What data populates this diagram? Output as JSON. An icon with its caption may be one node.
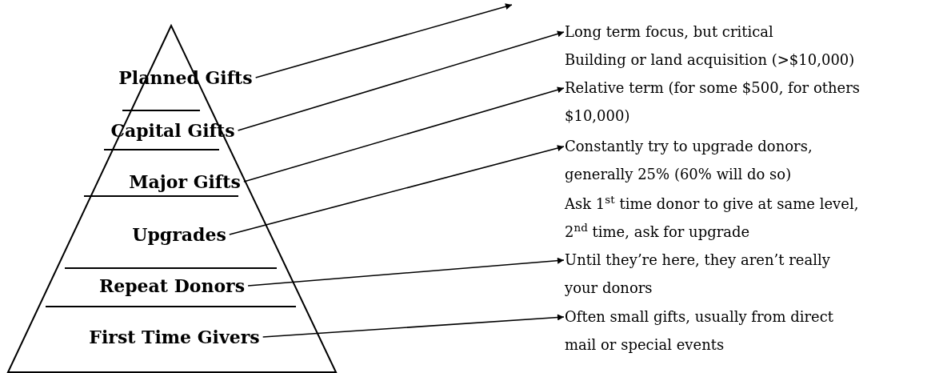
{
  "diagram": {
    "nodes": [
      {
        "text": [],
        "shape": "triangle"
      },
      {
        "text": [
          "Planned Gifts"
        ],
        "in": 0
      },
      {
        "text": [
          "Capital Gifts"
        ],
        "in": 0
      },
      {
        "text": [
          "Major Gifts"
        ],
        "in": 0
      },
      {
        "text": [
          "Upgrades"
        ],
        "in": 0
      },
      {
        "text": [
          "Repeat Donors"
        ],
        "in": 0
      },
      {
        "text": [
          "First Time Givers"
        ],
        "in": 0
      },
      {
        "text": [
          "Long term focus, but critical"
        ]
      },
      {
        "text": [
          "Relative term (for some $500, for others $10,000)"
        ]
      },
      {
        "text": [
          "Constantly try to upgrade donors, generally 25% (60% will do so)"
        ]
      },
      {
        "text": [
          "Until they’re here, they aren’t really your donors"
        ]
      },
      {
        "text": [
          "Often small gifts, usually from direct mail or special events"
        ]
      }
    ],
    "edges": [
      {
        "from": 1,
        "to": null,
        "arrow": "to"
      },
      {
        "from": 2,
        "to": 7,
        "arrow": "to"
      },
      {
        "from": 3,
        "to": 8,
        "arrow": "to"
      },
      {
        "from": 4,
        "to": 9,
        "arrow": "to"
      },
      {
        "from": 5,
        "to": 10,
        "arrow": "to"
      },
      {
        "from": 6,
        "to": 11,
        "arrow": "to"
      }
    ],
    "labels": [
      "Building or land acquisition (>$10,000)",
      "Ask 1$^{st}$ time donor to give at same level, 2$^{nd}$ time, ask for upgrade"
    ]
  }
}
